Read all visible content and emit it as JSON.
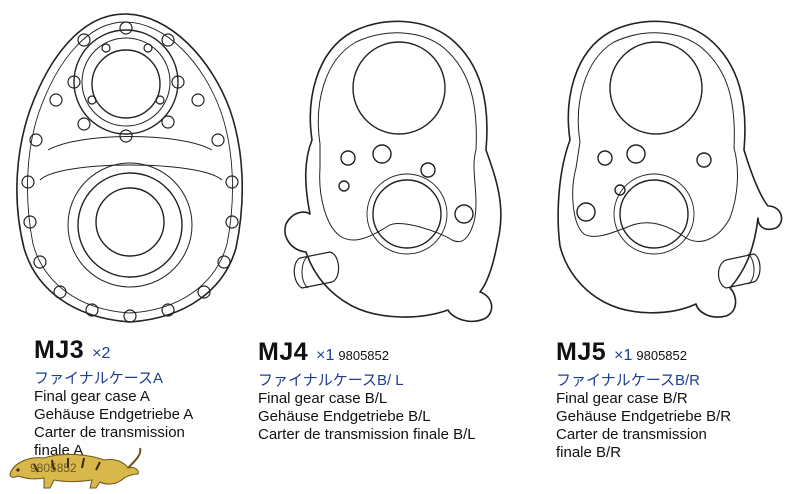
{
  "parts": [
    {
      "code": "MJ3",
      "quantity": "×2",
      "part_number": "",
      "japanese_name": "ファイナルケースA",
      "names": [
        "Final gear case A",
        "Gehäuse Endgetriebe A",
        "Carter de transmission",
        "finale A"
      ],
      "overlay_number": "9805852"
    },
    {
      "code": "MJ4",
      "quantity": "×1",
      "part_number": "9805852",
      "japanese_name": "ファイナルケースB/ L",
      "names": [
        "Final gear case B/L",
        "Gehäuse Endgetriebe B/L",
        "Carter de transmission finale B/L"
      ]
    },
    {
      "code": "MJ5",
      "quantity": "×1",
      "part_number": "9805852",
      "japanese_name": "ファイナルケースB/R",
      "names": [
        "Final gear case B/R",
        "Gehäuse Endgetriebe B/R",
        "Carter de transmission",
        "finale B/R"
      ]
    }
  ],
  "colors": {
    "accent": "#1d3f8f",
    "line": "#222222",
    "logo": "#d8b84a"
  }
}
